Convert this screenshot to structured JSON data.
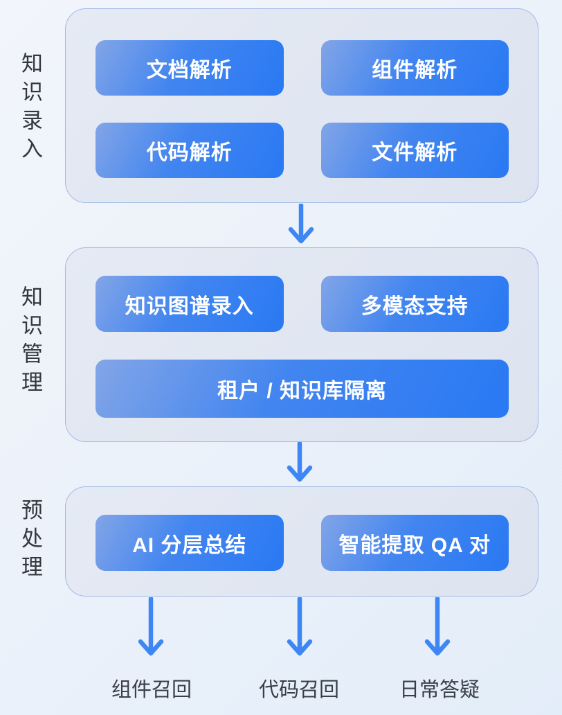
{
  "stages": [
    {
      "label": "知识录入",
      "buttons": [
        {
          "label": "文档解析"
        },
        {
          "label": "组件解析"
        },
        {
          "label": "代码解析"
        },
        {
          "label": "文件解析"
        }
      ]
    },
    {
      "label": "知识管理",
      "buttons": [
        {
          "label": "知识图谱录入"
        },
        {
          "label": "多模态支持"
        },
        {
          "label": "租户 / 知识库隔离"
        }
      ]
    },
    {
      "label": "预处理",
      "buttons": [
        {
          "label": "AI 分层总结"
        },
        {
          "label": "智能提取 QA 对"
        }
      ]
    }
  ],
  "outputs": [
    {
      "label": "组件召回"
    },
    {
      "label": "代码召回"
    },
    {
      "label": "日常答疑"
    }
  ],
  "colors": {
    "page_bg": "#ecf2fa",
    "stage_bg": "#dfe5f1",
    "stage_border": "#a3bbe7",
    "node_gradient_start": "#82a5e7",
    "node_gradient_end": "#2979f3",
    "node_text": "#ffffff",
    "arrow": "#3e86f3",
    "label_text": "#33373e"
  }
}
